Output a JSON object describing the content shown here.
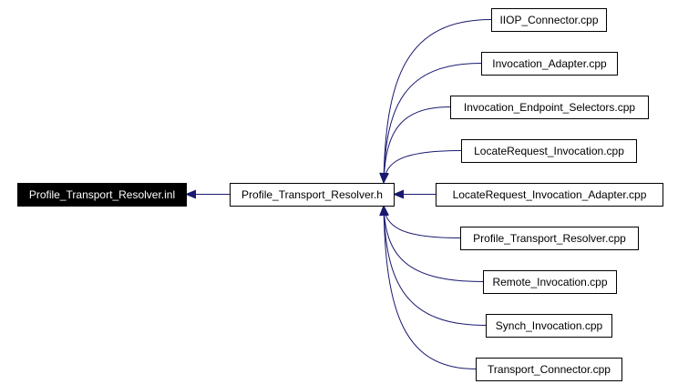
{
  "colors": {
    "edge": "#191970",
    "node_border": "#000000",
    "node_fill": "#ffffff",
    "root_fill": "#000000",
    "root_text": "#ffffff",
    "node_text": "#000000"
  },
  "nodes": [
    {
      "id": "root",
      "label": "Profile_Transport_Resolver.inl",
      "kind": "root"
    },
    {
      "id": "hub",
      "label": "Profile_Transport_Resolver.h",
      "kind": "normal"
    },
    {
      "id": "n1",
      "label": "IIOP_Connector.cpp",
      "kind": "normal"
    },
    {
      "id": "n2",
      "label": "Invocation_Adapter.cpp",
      "kind": "normal"
    },
    {
      "id": "n3",
      "label": "Invocation_Endpoint_Selectors.cpp",
      "kind": "normal"
    },
    {
      "id": "n4",
      "label": "LocateRequest_Invocation.cpp",
      "kind": "normal"
    },
    {
      "id": "n5",
      "label": "LocateRequest_Invocation_Adapter.cpp",
      "kind": "normal"
    },
    {
      "id": "n6",
      "label": "Profile_Transport_Resolver.cpp",
      "kind": "normal"
    },
    {
      "id": "n7",
      "label": "Remote_Invocation.cpp",
      "kind": "normal"
    },
    {
      "id": "n8",
      "label": "Synch_Invocation.cpp",
      "kind": "normal"
    },
    {
      "id": "n9",
      "label": "Transport_Connector.cpp",
      "kind": "normal"
    }
  ],
  "edges": [
    {
      "from": "hub",
      "to": "root"
    },
    {
      "from": "n1",
      "to": "hub"
    },
    {
      "from": "n2",
      "to": "hub"
    },
    {
      "from": "n3",
      "to": "hub"
    },
    {
      "from": "n4",
      "to": "hub"
    },
    {
      "from": "n5",
      "to": "hub"
    },
    {
      "from": "n6",
      "to": "hub"
    },
    {
      "from": "n7",
      "to": "hub"
    },
    {
      "from": "n8",
      "to": "hub"
    },
    {
      "from": "n9",
      "to": "hub"
    }
  ]
}
